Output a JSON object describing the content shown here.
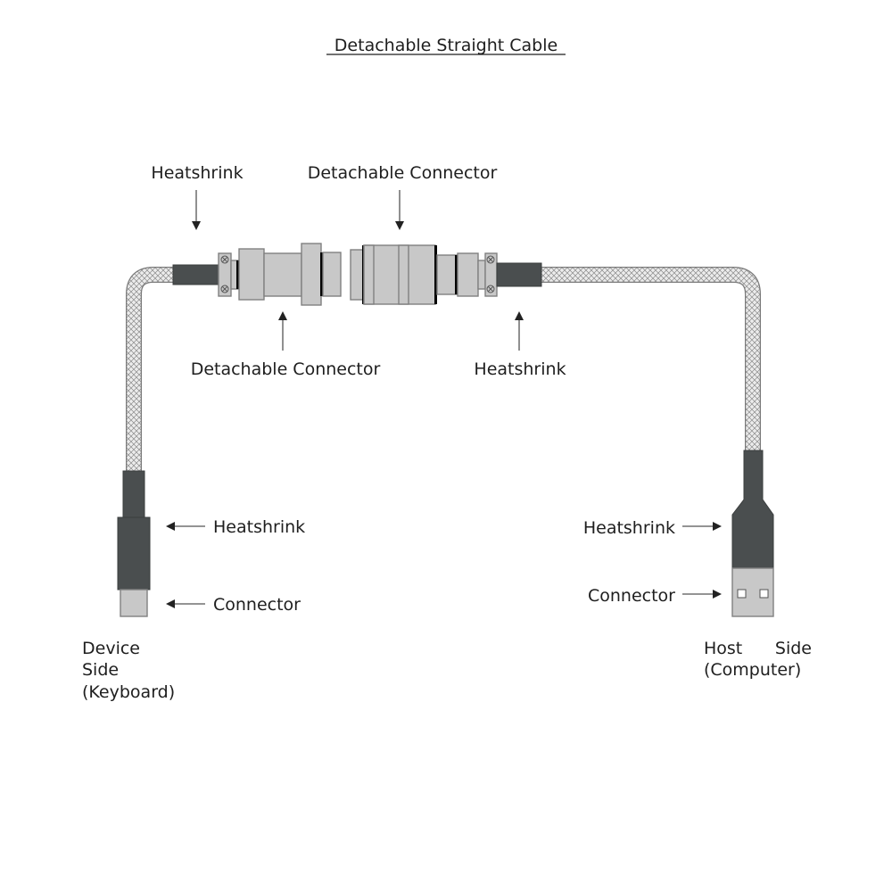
{
  "title": "Detachable Straight Cable",
  "colors": {
    "heatshrink": "#4a4e4f",
    "metal": "#c8c8c8",
    "metal_outline": "#808080",
    "sleeve_fill": "#e6e6e6",
    "sleeve_mesh": "#8a8a8a",
    "text": "#1e1e1e",
    "ring": "#000000"
  },
  "labels": {
    "top_heatshrink": "Heatshrink",
    "top_detachable": "Detachable Connector",
    "bottom_detachable": "Detachable Connector",
    "bottom_heatshrink": "Heatshrink",
    "device_heatshrink": "Heatshrink",
    "device_connector": "Connector",
    "host_heatshrink": "Heatshrink",
    "host_connector": "Connector"
  },
  "device_side": {
    "line1": "Device",
    "line2": "Side",
    "line3": "(Keyboard)"
  },
  "host_side": {
    "word1": "Host",
    "word2": "Side",
    "line2": "(Computer)"
  },
  "icons": {
    "screw": "screw-icon",
    "arrow": "arrow-icon"
  }
}
